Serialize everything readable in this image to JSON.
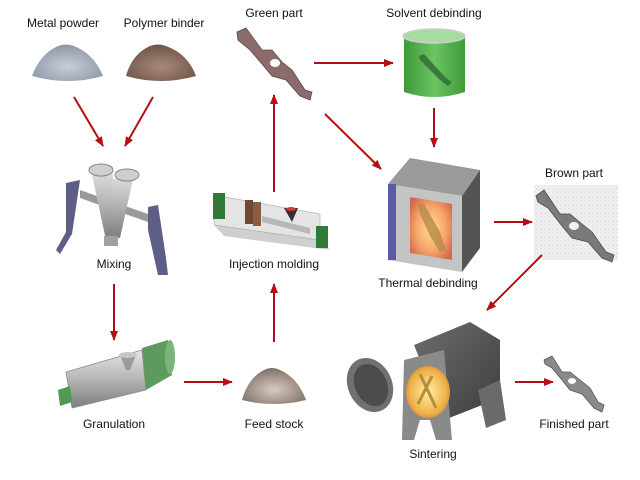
{
  "title": "Metal injection molding process",
  "arrow_color": "#b30f14",
  "steps": {
    "metal_powder": "Metal powder",
    "polymer_binder": "Polymer binder",
    "mixing": "Mixing",
    "granulation": "Granulation",
    "feed_stock": "Feed stock",
    "injection_molding": "Injection molding",
    "green_part": "Green part",
    "solvent_debinding": "Solvent debinding",
    "thermal_debinding": "Thermal debinding",
    "brown_part": "Brown part",
    "sintering": "Sintering",
    "finished_part": "Finished part"
  },
  "flow": [
    [
      "Metal powder",
      "Mixing"
    ],
    [
      "Polymer binder",
      "Mixing"
    ],
    [
      "Mixing",
      "Granulation"
    ],
    [
      "Granulation",
      "Feed stock"
    ],
    [
      "Feed stock",
      "Injection molding"
    ],
    [
      "Injection molding",
      "Green part"
    ],
    [
      "Green part",
      "Solvent debinding"
    ],
    [
      "Green part",
      "Thermal debinding"
    ],
    [
      "Solvent debinding",
      "Thermal debinding"
    ],
    [
      "Thermal debinding",
      "Brown part"
    ],
    [
      "Brown part",
      "Sintering"
    ],
    [
      "Sintering",
      "Finished part"
    ]
  ]
}
